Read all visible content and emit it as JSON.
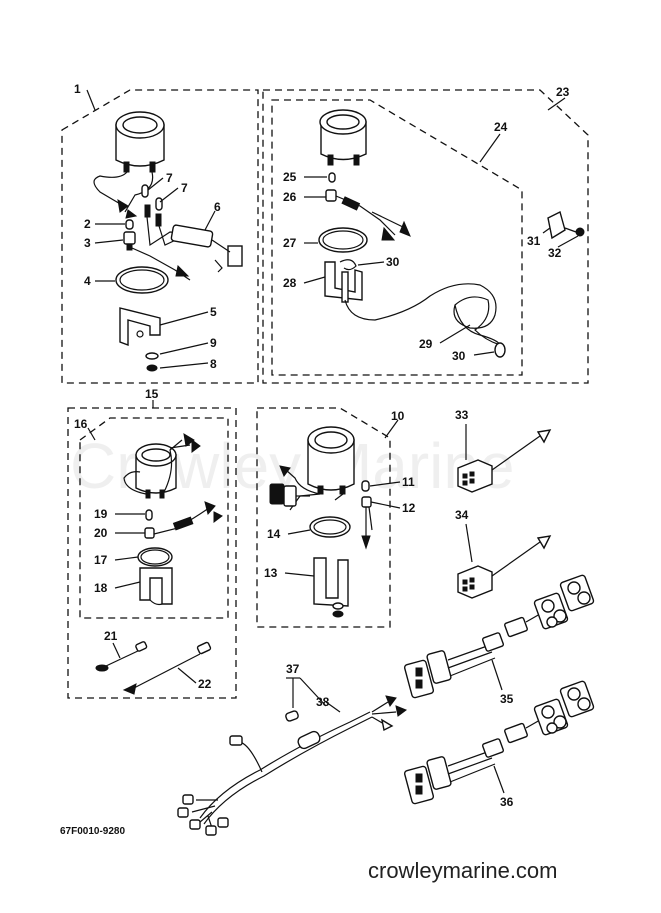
{
  "watermark": "Crowley Marine",
  "drawing_code": "67F0010-9280",
  "footer": "crowleymarine.com",
  "callouts": {
    "c1": "1",
    "c2": "2",
    "c3": "3",
    "c4": "4",
    "c5": "5",
    "c6": "6",
    "c7a": "7",
    "c7b": "7",
    "c8": "8",
    "c9": "9",
    "c10": "10",
    "c11": "11",
    "c12": "12",
    "c13": "13",
    "c14": "14",
    "c15": "15",
    "c16": "16",
    "c17": "17",
    "c18": "18",
    "c19": "19",
    "c20": "20",
    "c21": "21",
    "c22": "22",
    "c23": "23",
    "c24": "24",
    "c25": "25",
    "c26": "26",
    "c27": "27",
    "c28": "28",
    "c29": "29",
    "c30a": "30",
    "c30b": "30",
    "c31": "31",
    "c32": "32",
    "c33": "33",
    "c34": "34",
    "c35": "35",
    "c36": "36",
    "c37": "37",
    "c38": "38"
  }
}
